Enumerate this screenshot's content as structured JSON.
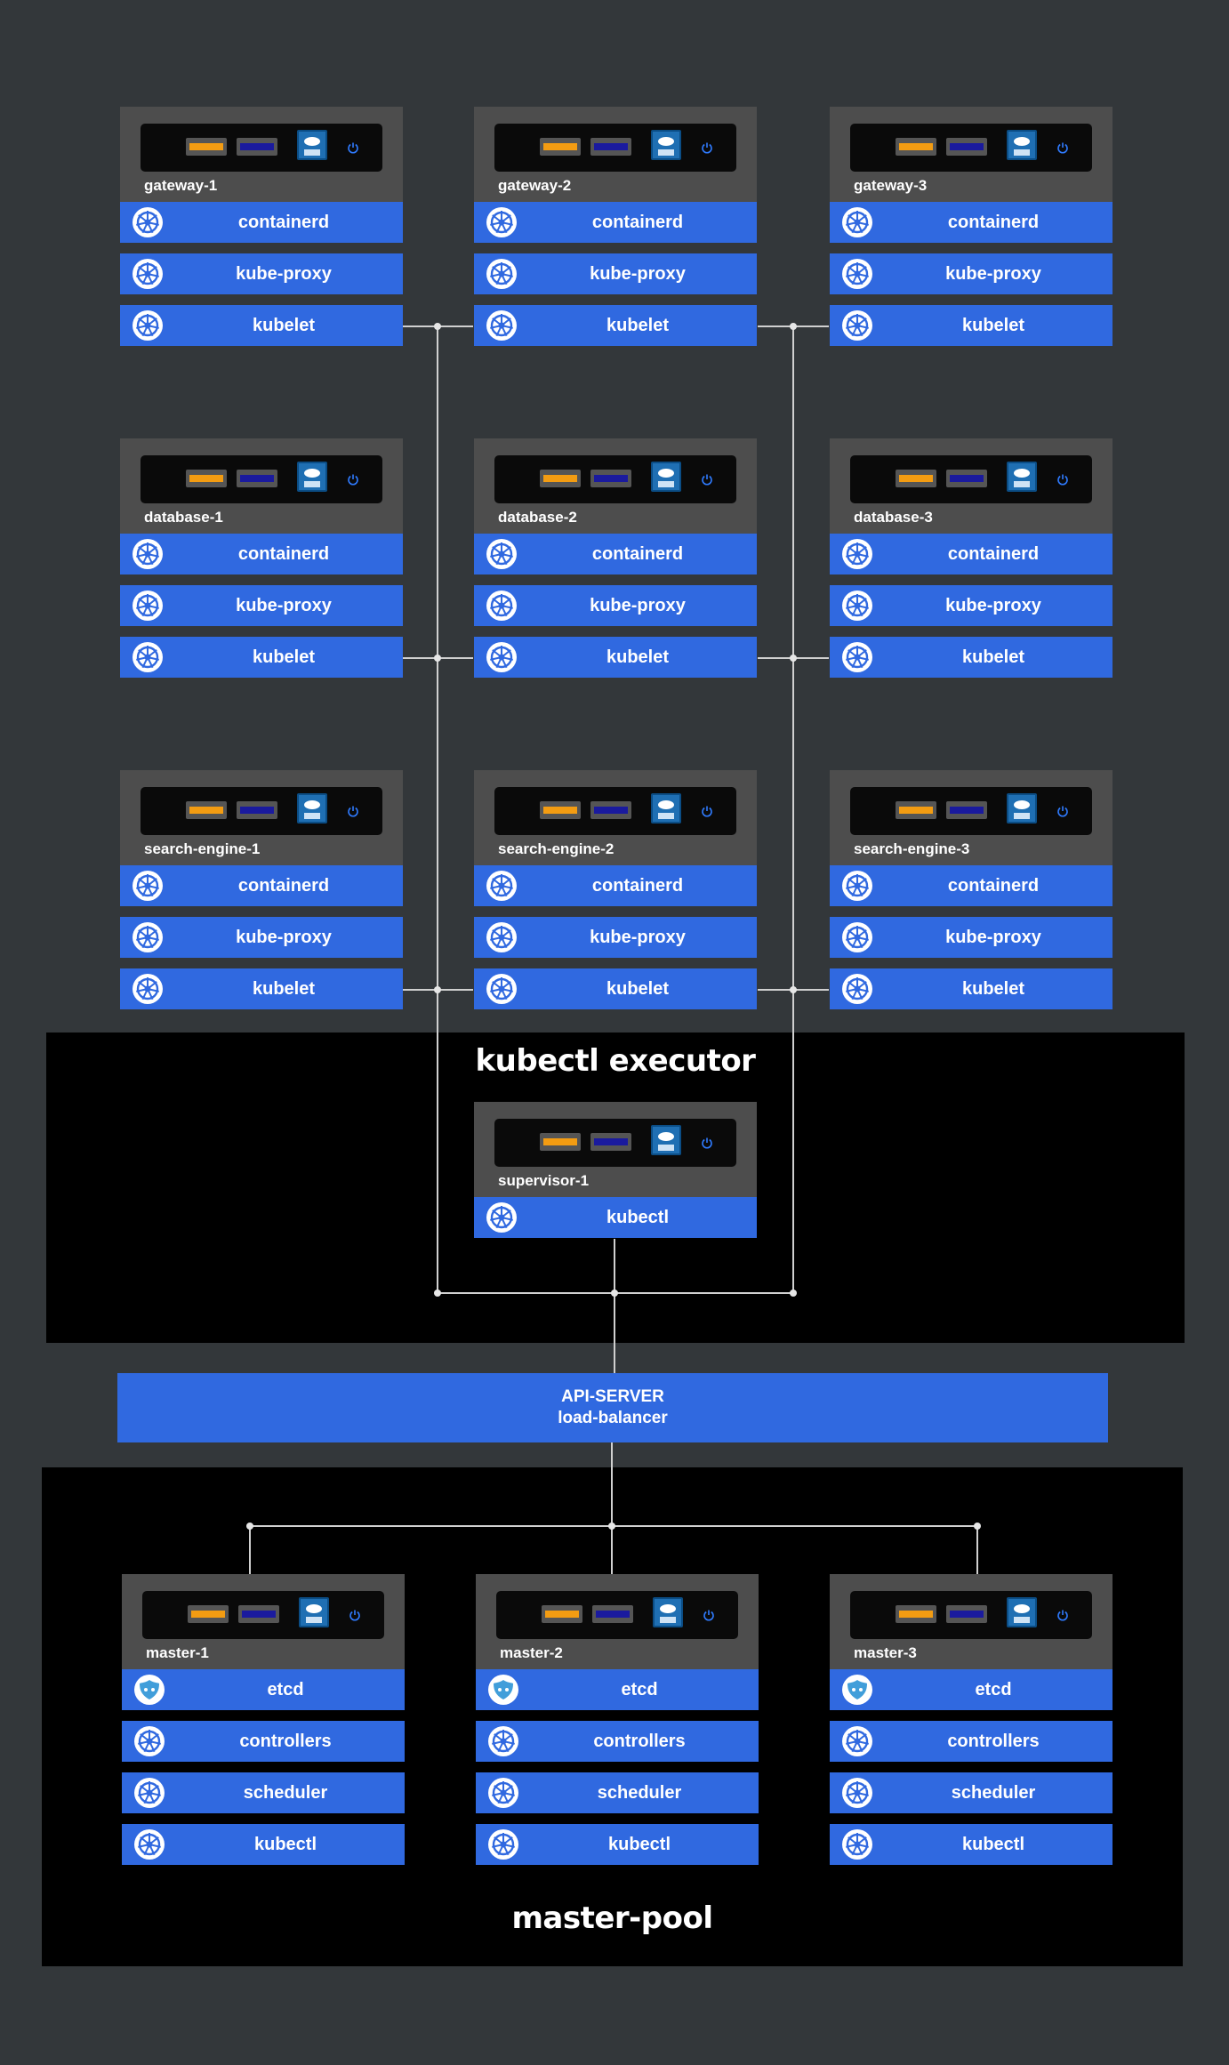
{
  "worker_rows": [
    {
      "nodes": [
        {
          "name": "gateway-1",
          "services": [
            "containerd",
            "kube-proxy",
            "kubelet"
          ]
        },
        {
          "name": "gateway-2",
          "services": [
            "containerd",
            "kube-proxy",
            "kubelet"
          ]
        },
        {
          "name": "gateway-3",
          "services": [
            "containerd",
            "kube-proxy",
            "kubelet"
          ]
        }
      ]
    },
    {
      "nodes": [
        {
          "name": "database-1",
          "services": [
            "containerd",
            "kube-proxy",
            "kubelet"
          ]
        },
        {
          "name": "database-2",
          "services": [
            "containerd",
            "kube-proxy",
            "kubelet"
          ]
        },
        {
          "name": "database-3",
          "services": [
            "containerd",
            "kube-proxy",
            "kubelet"
          ]
        }
      ]
    },
    {
      "nodes": [
        {
          "name": "search-engine-1",
          "services": [
            "containerd",
            "kube-proxy",
            "kubelet"
          ]
        },
        {
          "name": "search-engine-2",
          "services": [
            "containerd",
            "kube-proxy",
            "kubelet"
          ]
        },
        {
          "name": "search-engine-3",
          "services": [
            "containerd",
            "kube-proxy",
            "kubelet"
          ]
        }
      ]
    }
  ],
  "executor": {
    "title": "kubectl executor",
    "node": {
      "name": "supervisor-1",
      "services": [
        "kubectl"
      ]
    }
  },
  "load_balancer": {
    "line1": "API-SERVER",
    "line2": "load-balancer"
  },
  "master_pool": {
    "title": "master-pool",
    "nodes": [
      {
        "name": "master-1",
        "services": [
          "etcd",
          "controllers",
          "scheduler",
          "kubectl"
        ]
      },
      {
        "name": "master-2",
        "services": [
          "etcd",
          "controllers",
          "scheduler",
          "kubectl"
        ]
      },
      {
        "name": "master-3",
        "services": [
          "etcd",
          "controllers",
          "scheduler",
          "kubectl"
        ]
      }
    ]
  },
  "icons": {
    "kubernetes": "kubernetes-wheel-icon",
    "etcd": "etcd-icon",
    "power": "power-icon",
    "cpu": "cpu-badge-icon"
  },
  "colors": {
    "background": "#33373a",
    "panel": "#000000",
    "service": "#3069e0",
    "chassis": "#4d4d4d",
    "port_orange": "#f39c12",
    "port_blue": "#1a1a9e",
    "wire": "#d0d0d0"
  }
}
